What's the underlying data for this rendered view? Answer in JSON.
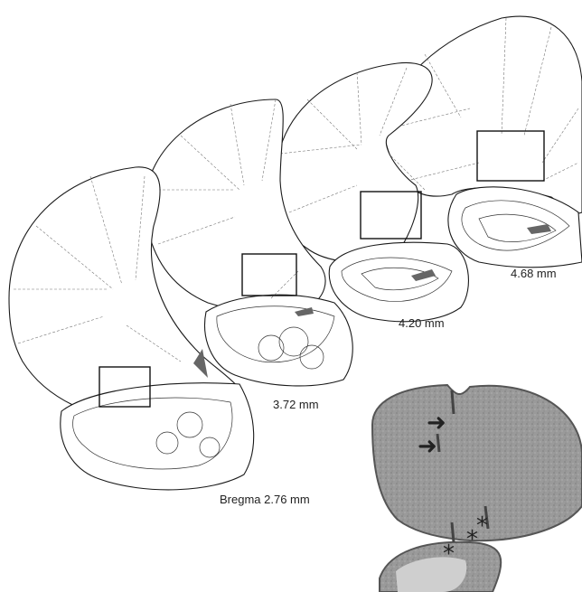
{
  "sections": [
    {
      "id": "s1",
      "label": "Bregma 2.76 mm"
    },
    {
      "id": "s2",
      "label": "3.72 mm"
    },
    {
      "id": "s3",
      "label": "4.20 mm"
    },
    {
      "id": "s4",
      "label": "4.68 mm"
    }
  ],
  "photo": {
    "markers": {
      "arrow": "➜",
      "asterisk": "*"
    }
  },
  "colors": {
    "outline": "#1a1a1a",
    "lesion": "#666666",
    "tissue": "#8e8e8e"
  }
}
